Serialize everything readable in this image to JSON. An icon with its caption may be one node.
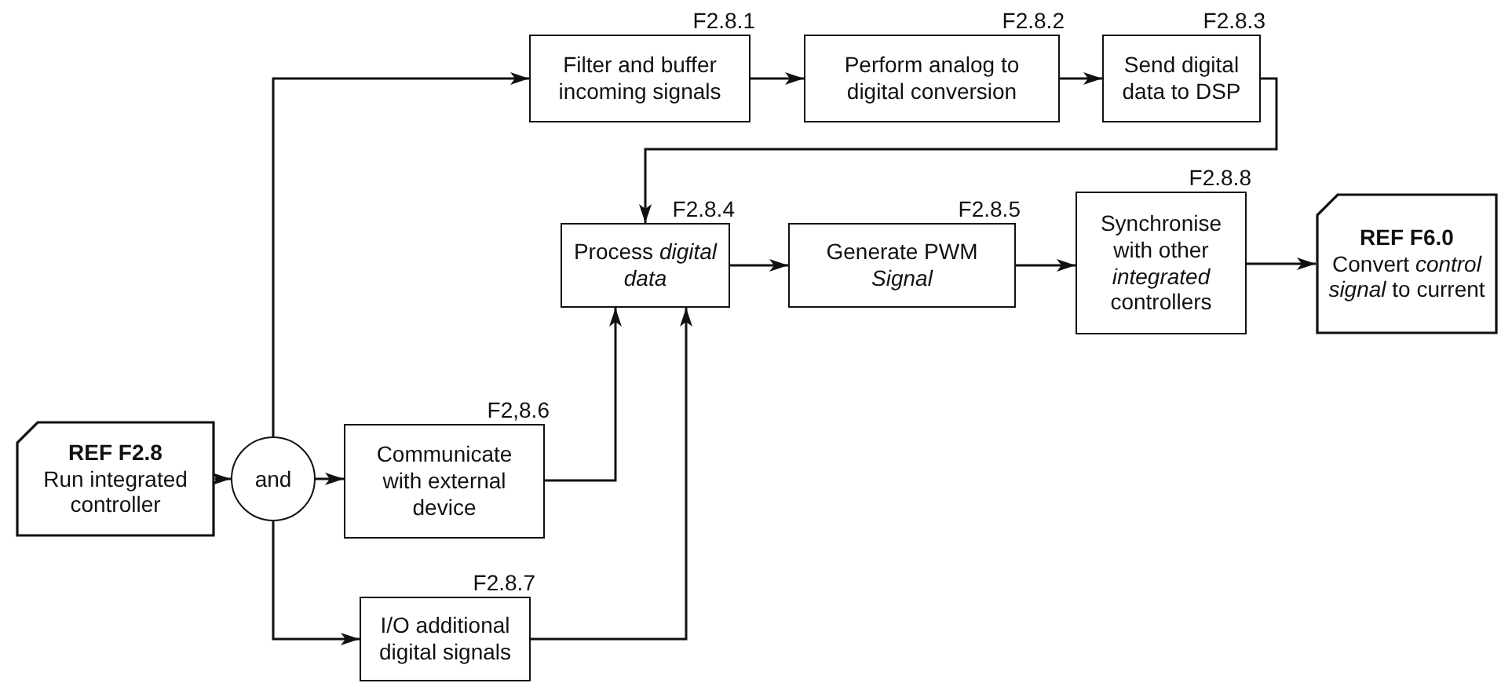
{
  "diagram": {
    "nodes": [
      {
        "text": [
          "REF F2.8",
          "Run integrated controller"
        ]
      },
      {
        "text": [
          "and"
        ]
      },
      {
        "text": [
          "Filter and buffer incoming signals"
        ],
        "beside": [
          "F2.8.1"
        ]
      },
      {
        "text": [
          "Perform analog to digital conversion"
        ],
        "beside": [
          "F2.8.2"
        ]
      },
      {
        "text": [
          "Send digital data to DSP"
        ],
        "beside": [
          "F2.8.3"
        ]
      },
      {
        "text": [
          "Process *digital data*"
        ],
        "beside": [
          "F2.8.4"
        ]
      },
      {
        "text": [
          "Generate PWM *Signal*"
        ],
        "beside": [
          "F2.8.5"
        ]
      },
      {
        "text": [
          "Synchronise with other *integrated* controllers"
        ],
        "beside": [
          "F2.8.8"
        ]
      },
      {
        "text": [
          "REF F6.0",
          "Convert *control signal* to current"
        ]
      },
      {
        "text": [
          "Communicate with external device"
        ],
        "beside": [
          "F2,8.6"
        ]
      },
      {
        "text": [
          "I/O additional digital signals"
        ],
        "beside": [
          "F2.8.7"
        ]
      }
    ],
    "edges": [
      {
        "from": 0,
        "to": 1,
        "arrow": "to"
      },
      {
        "from": 1,
        "to": 2,
        "arrow": "to"
      },
      {
        "from": 1,
        "to": 9,
        "arrow": "to"
      },
      {
        "from": 1,
        "to": 10,
        "arrow": "to"
      },
      {
        "from": 2,
        "to": 3,
        "arrow": "to"
      },
      {
        "from": 3,
        "to": 4,
        "arrow": "to"
      },
      {
        "from": 4,
        "to": 5,
        "arrow": "to"
      },
      {
        "from": 9,
        "to": 5,
        "arrow": "to"
      },
      {
        "from": 10,
        "to": 5,
        "arrow": "to"
      },
      {
        "from": 5,
        "to": 6,
        "arrow": "to"
      },
      {
        "from": 6,
        "to": 7,
        "arrow": "to"
      },
      {
        "from": 7,
        "to": 8,
        "arrow": "to"
      }
    ]
  }
}
